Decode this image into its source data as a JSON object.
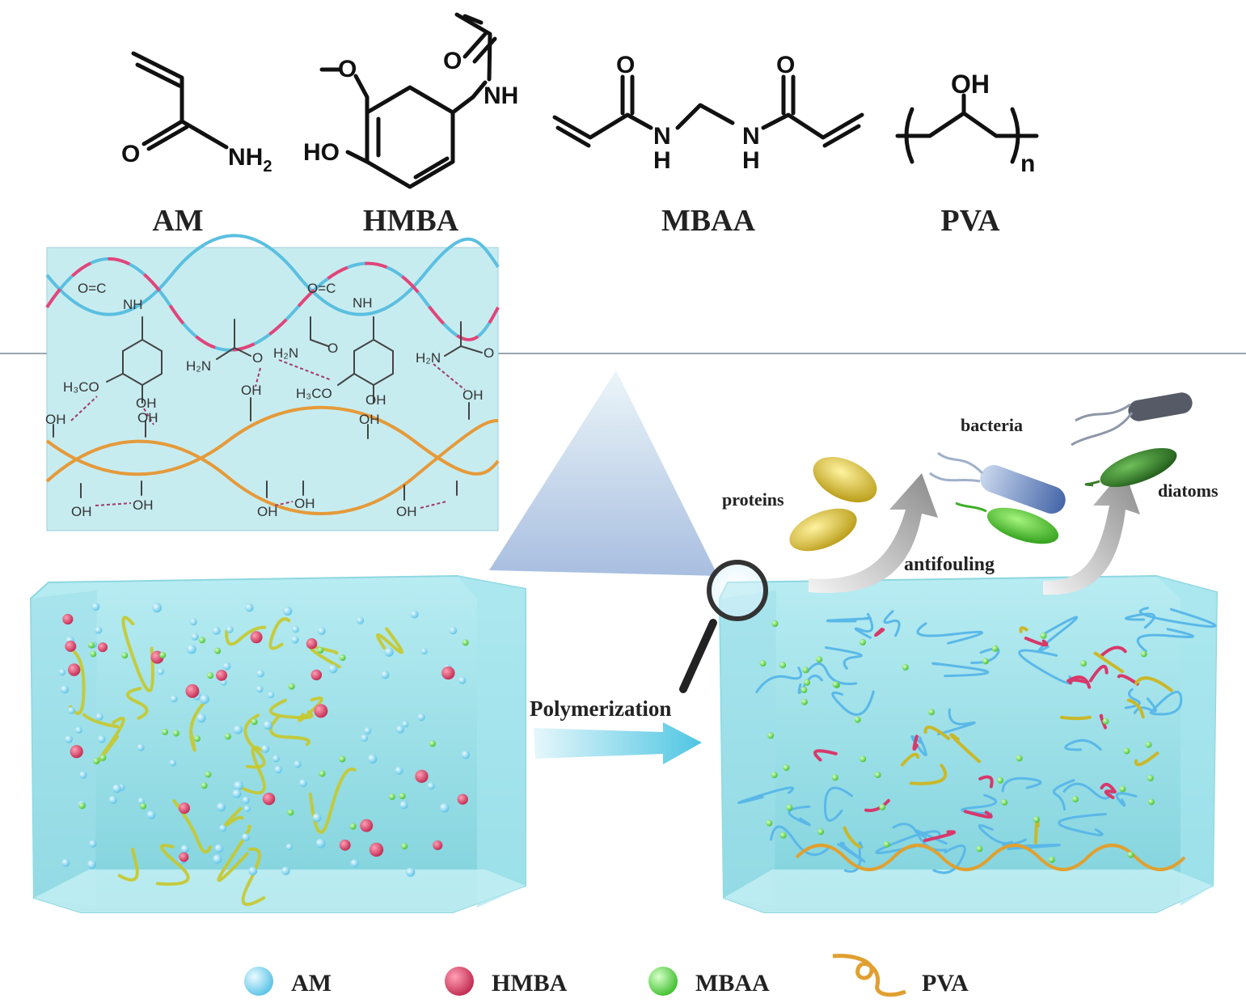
{
  "molecules": {
    "am": {
      "name": "AM",
      "o_atom": "O",
      "nh2_atom": "NH",
      "nh2_sub": "2"
    },
    "hmba": {
      "name": "HMBA",
      "methoxy_o": "O",
      "ho_group": "HO",
      "carbonyl_o": "O",
      "nh_group": "NH"
    },
    "mbaa": {
      "name": "MBAA",
      "o_left": "O",
      "o_right": "O",
      "n_left": "N",
      "h_left": "H",
      "n_right": "N",
      "h_right": "H"
    },
    "pva": {
      "name": "PVA",
      "oh_group": "OH",
      "repeat": "n"
    }
  },
  "network_inset": {
    "labels": [
      "O=C",
      "NH",
      "O=C",
      "NH",
      "H₂N",
      "O",
      "H₂N",
      "O",
      "H₂N",
      "O",
      "H₃CO",
      "H₃CO",
      "OH",
      "OH",
      "OH",
      "OH",
      "OH",
      "OH",
      "OH",
      "OH",
      "OH",
      "OH",
      "OH",
      "OH"
    ],
    "colors": {
      "background": "#c7ecf0",
      "am_chain": "#5bbfe0",
      "hmba_segment": "#e0457a",
      "pva_chain": "#e59a3a",
      "hbond": "#a03a6a"
    }
  },
  "process": {
    "arrow_label": "Polymerization",
    "antifouling_label": "antifouling",
    "foulants": [
      "proteins",
      "bacteria",
      "diatoms"
    ]
  },
  "legend": [
    {
      "label": "AM",
      "color": "#7fd3ea",
      "icon": "sphere-icon"
    },
    {
      "label": "HMBA",
      "color": "#d63a63",
      "icon": "sphere-icon"
    },
    {
      "label": "MBAA",
      "color": "#5ed94a",
      "icon": "sphere-icon"
    },
    {
      "label": "PVA",
      "color": "#e0a030",
      "icon": "chain-icon"
    }
  ]
}
